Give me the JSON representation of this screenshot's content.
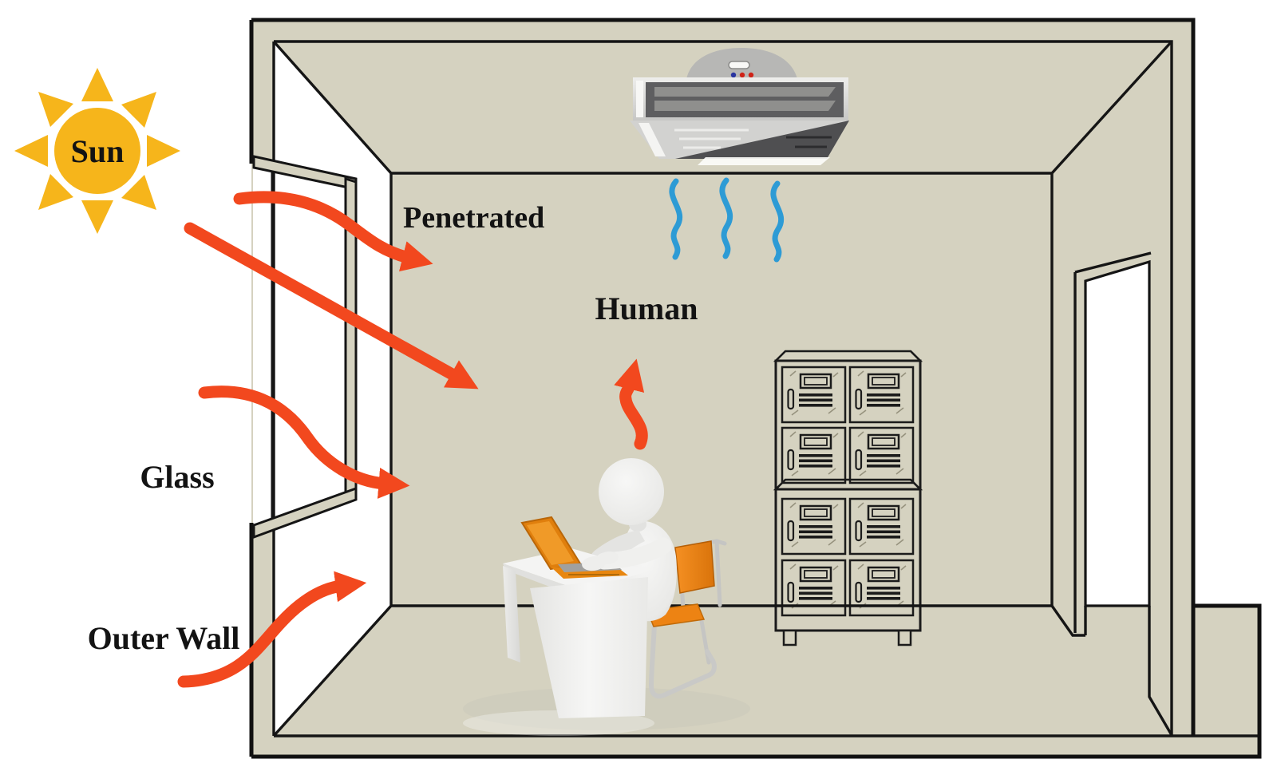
{
  "figure": {
    "type": "schematic-diagram",
    "subject": "Room heat gain sources with air conditioner",
    "labels": {
      "sun": "Sun",
      "penetrated": "Penetrated",
      "human": "Human",
      "glass": "Glass",
      "outer_wall": "Outer Wall"
    },
    "colors": {
      "wall_beige": "#d5d2c0",
      "outline_black": "#151515",
      "heat_arrow_orange": "#f2481e",
      "sun_gold": "#f6b51b",
      "airflow_blue": "#2d9bd5",
      "furniture_orange": "#ed8313",
      "ac_dark_gray": "#5e5e60"
    },
    "icons": {
      "sun": "sun-icon",
      "air_conditioner": "air-conditioner-icon",
      "airflow": "airflow-wave-icon",
      "heat_arrow": "heat-arrow-icon",
      "window": "window-icon",
      "door": "door-icon",
      "locker": "locker-cabinet-icon",
      "desk": "desk-icon",
      "laptop": "laptop-icon",
      "chair": "office-chair-icon",
      "person": "human-figure-icon"
    }
  }
}
